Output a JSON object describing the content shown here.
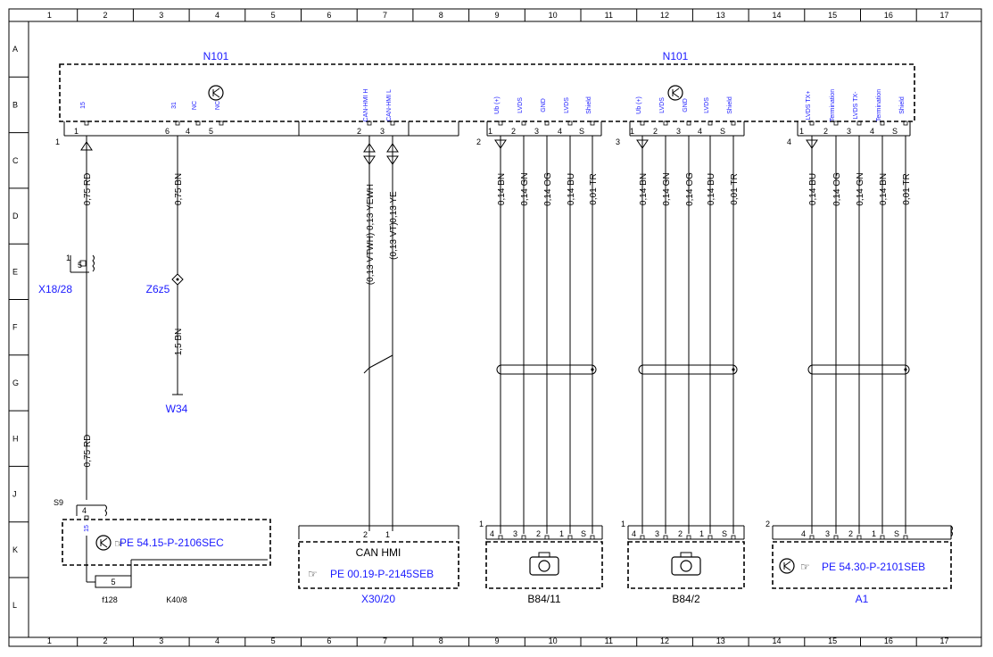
{
  "grid": {
    "columns": [
      "1",
      "2",
      "3",
      "4",
      "5",
      "6",
      "7",
      "8",
      "9",
      "10",
      "11",
      "12",
      "13",
      "14",
      "15",
      "16",
      "17"
    ],
    "rows": [
      "A",
      "B",
      "C",
      "D",
      "E",
      "F",
      "G",
      "H",
      "J",
      "K",
      "L"
    ]
  },
  "colors": {
    "label_blue": "#1a1aff",
    "line": "#000000"
  },
  "module": {
    "name_left": "N101",
    "name_right": "N101",
    "connectors": [
      {
        "id": "1",
        "pins": [
          {
            "n": "1",
            "sig": "15",
            "wire": "0,75 RD"
          },
          {
            "n": "6",
            "sig": "31",
            "wire": "0,75 BN"
          },
          {
            "n": "4",
            "sig": "NC"
          },
          {
            "n": "5",
            "sig": "NC"
          },
          {
            "n": "2",
            "sig": "CAN-HMI H",
            "wire": "0,13 YEWH",
            "alt": "(0,13 VTWH)"
          },
          {
            "n": "3",
            "sig": "CAN-HMI L",
            "wire": "0,13 YE",
            "alt": "(0,13 VT)"
          }
        ]
      },
      {
        "id": "2",
        "pins": [
          {
            "n": "1",
            "sig": "Ub (+)",
            "wire": "0,14 BN"
          },
          {
            "n": "2",
            "sig": "LVDS",
            "wire": "0,14 GN"
          },
          {
            "n": "3",
            "sig": "GND",
            "wire": "0,14 OG"
          },
          {
            "n": "4",
            "sig": "LVDS",
            "wire": "0,14 BU"
          },
          {
            "n": "S",
            "sig": "Shield",
            "wire": "0,01 TR"
          }
        ]
      },
      {
        "id": "3",
        "pins": [
          {
            "n": "1",
            "sig": "Ub (+)",
            "wire": "0,14 BN"
          },
          {
            "n": "2",
            "sig": "LVDS",
            "wire": "0,14 GN"
          },
          {
            "n": "3",
            "sig": "GND",
            "wire": "0,14 OG"
          },
          {
            "n": "4",
            "sig": "LVDS",
            "wire": "0,14 BU"
          },
          {
            "n": "S",
            "sig": "Shield",
            "wire": "0,01 TR"
          }
        ]
      },
      {
        "id": "4",
        "pins": [
          {
            "n": "1",
            "sig": "LVDS TX+",
            "wire": "0,14 BU"
          },
          {
            "n": "2",
            "sig": "Termination",
            "wire": "0,14 OG"
          },
          {
            "n": "3",
            "sig": "LVDS TX-",
            "wire": "0,14 GN"
          },
          {
            "n": "4",
            "sig": "Termination",
            "wire": "0,14 BN"
          },
          {
            "n": "S",
            "sig": "Shield",
            "wire": "0,01 TR"
          }
        ]
      }
    ]
  },
  "left": {
    "x18_label": "X18/28",
    "x18_pin": "5",
    "x18_conn": "1",
    "z6z5": "Z6z5",
    "gnd_wire": "1,5 BN",
    "w34": "W34",
    "lower_wire": "0,75 RD",
    "s9": "S9",
    "s9_pin": "4",
    "s9_sig": "15",
    "k40_ref": "PE 54.15-P-2106SEC",
    "fuse_pin": "5",
    "f128": "f128",
    "k40": "K40/8"
  },
  "bottom": {
    "x30": {
      "pin_a": "2",
      "pin_b": "1",
      "title": "CAN HMI",
      "ref": "PE 00.19-P-2145SEB",
      "label": "X30/20"
    },
    "b84_11": {
      "conn": "1",
      "pins": [
        "4",
        "3",
        "2",
        "1",
        "S"
      ],
      "label": "B84/11"
    },
    "b84_2": {
      "conn": "1",
      "pins": [
        "4",
        "3",
        "2",
        "1",
        "S"
      ],
      "label": "B84/2"
    },
    "a1": {
      "conn": "2",
      "pins": [
        "4",
        "3",
        "2",
        "1",
        "S"
      ],
      "ref": "PE 54.30-P-2101SEB",
      "label": "A1"
    }
  }
}
